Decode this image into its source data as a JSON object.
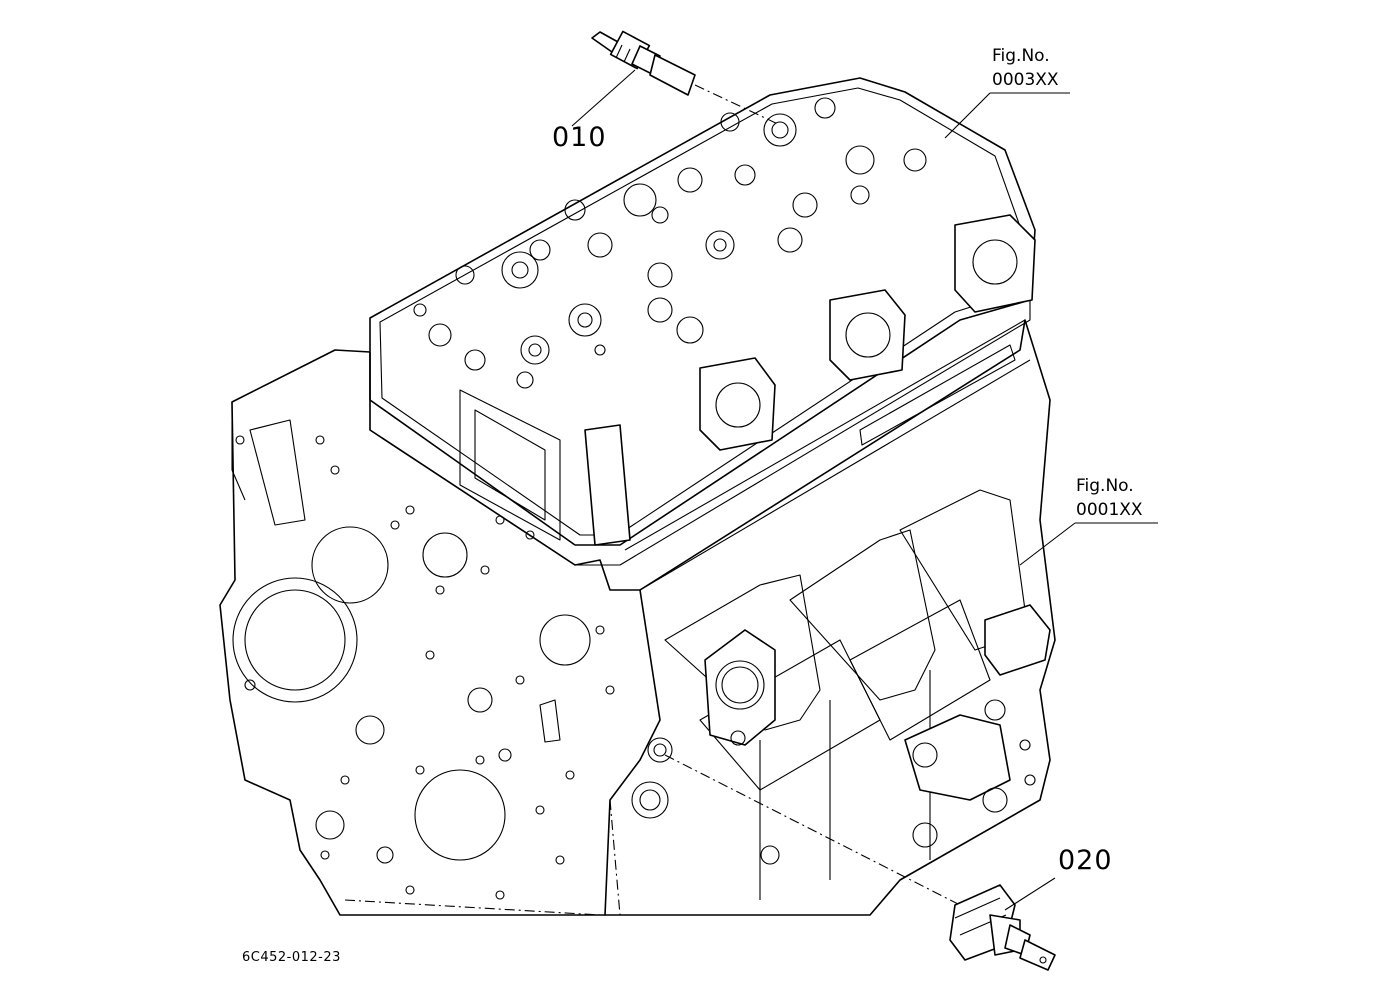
{
  "callouts": {
    "part_010": "010",
    "part_020": "020"
  },
  "figure_refs": [
    {
      "label": "Fig.No.",
      "number": "0003XX"
    },
    {
      "label": "Fig.No.",
      "number": "0001XX"
    }
  ],
  "drawing_code": "6C452-012-23"
}
